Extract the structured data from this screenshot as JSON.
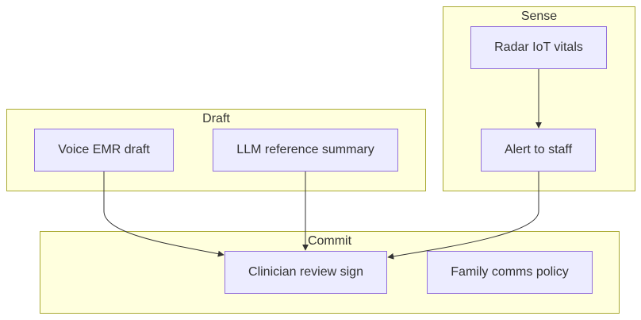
{
  "clusters": {
    "sense": {
      "title": "Sense"
    },
    "draft": {
      "title": "Draft"
    },
    "commit": {
      "title": "Commit"
    }
  },
  "nodes": {
    "radar_iot_vitals": "Radar IoT vitals",
    "alert_to_staff": "Alert to staff",
    "voice_emr_draft": "Voice EMR draft",
    "llm_reference_summary": "LLM reference summary",
    "clinician_review_sign": "Clinician review sign",
    "family_comms_policy": "Family comms policy"
  },
  "edges": [
    {
      "from": "Radar IoT vitals",
      "to": "Alert to staff"
    },
    {
      "from": "Voice EMR draft",
      "to": "Clinician review sign"
    },
    {
      "from": "LLM reference summary",
      "to": "Clinician review sign"
    },
    {
      "from": "Alert to staff",
      "to": "Clinician review sign"
    }
  ],
  "colors": {
    "cluster_fill": "#ffffde",
    "cluster_border": "#aaaa33",
    "node_fill": "#ececff",
    "node_border": "#9370db",
    "edge": "#333333"
  }
}
